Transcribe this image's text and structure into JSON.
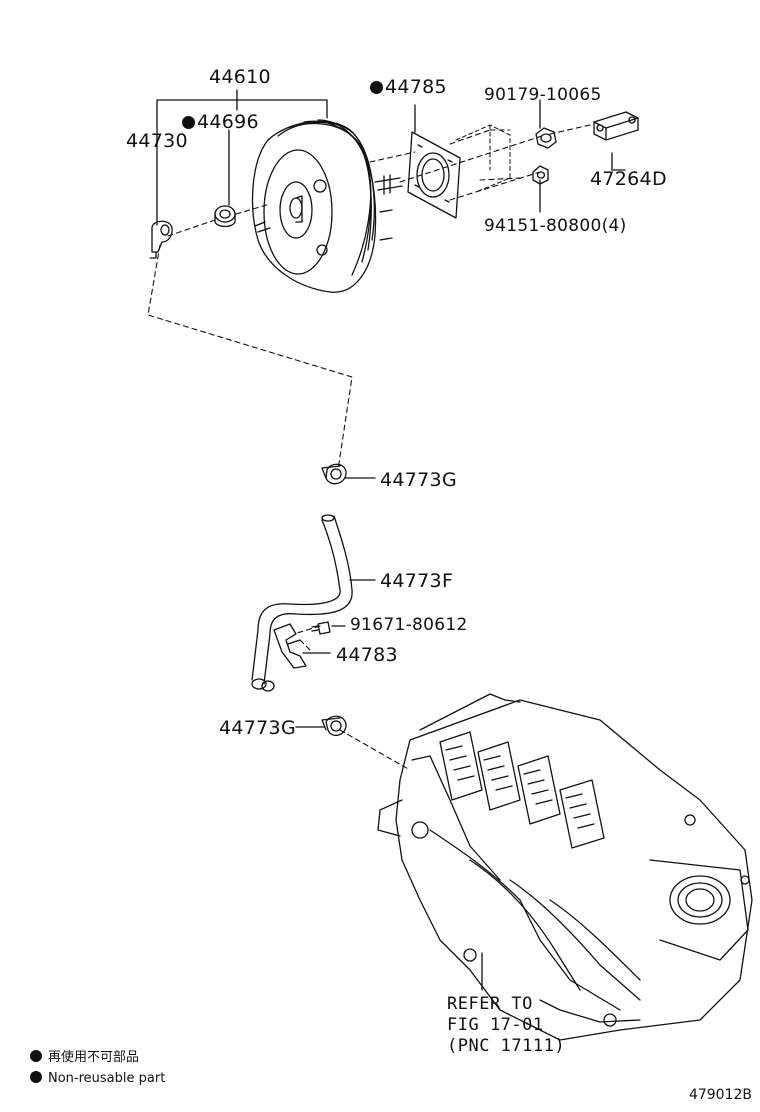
{
  "labels": {
    "p44610": "44610",
    "p44696": "44696",
    "p44730": "44730",
    "p44785": "44785",
    "p90179": "90179-10065",
    "p47264d": "47264D",
    "p94151": "94151-80800(4)",
    "p44773g_top": "44773G",
    "p44773f": "44773F",
    "p91671": "91671-80612",
    "p44783": "44783",
    "p44773g_bottom": "44773G"
  },
  "refer": {
    "line1": "REFER TO",
    "line2": "FIG 17-01",
    "line3": "(PNC 17111)"
  },
  "legend": {
    "jp": "再使用不可部品",
    "en": "Non-reusable part"
  },
  "figure_id": "479012B"
}
